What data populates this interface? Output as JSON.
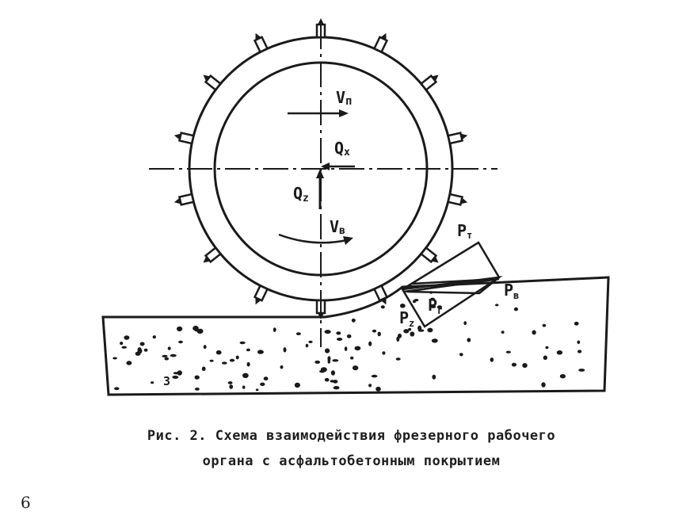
{
  "labels": {
    "vn": "V",
    "vn_sub": "п",
    "qx": "Q",
    "qx_sub": "x",
    "qz": "Q",
    "qz_sub": "z",
    "vb": "V",
    "vb_sub": "в",
    "pt": "P",
    "pt_sub": "т",
    "pv": "P",
    "pv_sub": "в",
    "pg": "P",
    "pg_sub": "г",
    "pz": "P",
    "pz_sub": "z",
    "small_mark": "3"
  },
  "caption": {
    "line1": "Рис. 2. Схема взаимодействия фрезерного рабочего",
    "line2": "органа с асфальтобетонным покрытием"
  },
  "page_mark": "6",
  "colors": {
    "ink": "#1a1a1a",
    "paper": "#ffffff"
  }
}
